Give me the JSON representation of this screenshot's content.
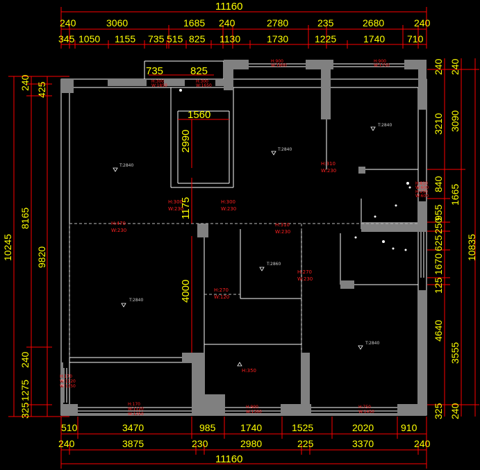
{
  "top_total": "11160",
  "top_row1": [
    "240",
    "3060",
    "1685",
    "240",
    "2780",
    "235",
    "2680",
    "240"
  ],
  "top_row2": [
    "345",
    "1050",
    "1155",
    "735",
    "515",
    "825",
    "1130",
    "1730",
    "1225",
    "1740",
    "710"
  ],
  "inner_dims": [
    "735",
    "825",
    "1560",
    "2990",
    "1175",
    "4000"
  ],
  "bottom_total": "11160",
  "bottom_row1": [
    "510",
    "3470",
    "985",
    "1740",
    "1525",
    "2020",
    "910"
  ],
  "bottom_row2": [
    "240",
    "3875",
    "230",
    "2980",
    "225",
    "3370",
    "240"
  ],
  "left_outer": "10245",
  "left_mid1": "8165",
  "left_mid2": "9820",
  "left_small": [
    "240",
    "425",
    "240",
    "1275",
    "325"
  ],
  "right_col1": [
    "240",
    "3210",
    "840",
    "955",
    "250",
    "625",
    "1670",
    "125",
    "4640",
    "325"
  ],
  "right_col2": [
    "240",
    "3090",
    "1665",
    "10835",
    "3555",
    "240"
  ],
  "red_labels": [
    "H:300",
    "W:1850",
    "H:300",
    "W:1650",
    "H:900",
    "W:1800",
    "H:900",
    "W:1750",
    "H:310",
    "W:230",
    "H:300",
    "W:230",
    "H:300",
    "W:230",
    "H:470",
    "W:230",
    "H:310",
    "W:230",
    "H:270",
    "W:230",
    "H:270",
    "W:120",
    "H:350",
    "H:810",
    "W:600",
    "H:250",
    "W:600",
    "H:170",
    "W:1120",
    "W:1350",
    "H:170",
    "W:1120",
    "W:1350",
    "H:900",
    "W:1300",
    "H:750",
    "W:1450",
    "H:750",
    "W:1600"
  ],
  "room_labels": [
    "T:2840",
    "T:2840",
    "T:2840",
    "T:2860",
    "T:2840",
    "T:2840"
  ]
}
